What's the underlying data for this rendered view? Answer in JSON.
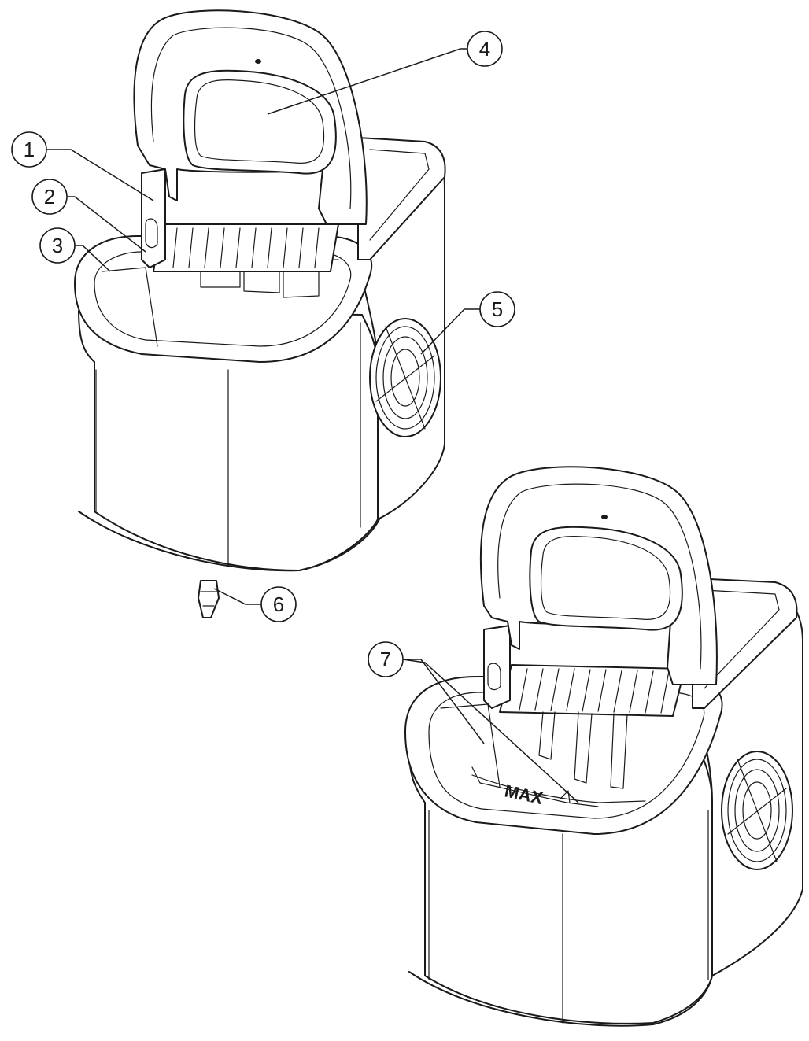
{
  "callouts": [
    {
      "id": "1",
      "label": "1"
    },
    {
      "id": "2",
      "label": "2"
    },
    {
      "id": "3",
      "label": "3"
    },
    {
      "id": "4",
      "label": "4"
    },
    {
      "id": "5",
      "label": "5"
    },
    {
      "id": "6",
      "label": "6"
    },
    {
      "id": "7",
      "label": "7"
    }
  ],
  "max_mark": "MAX"
}
